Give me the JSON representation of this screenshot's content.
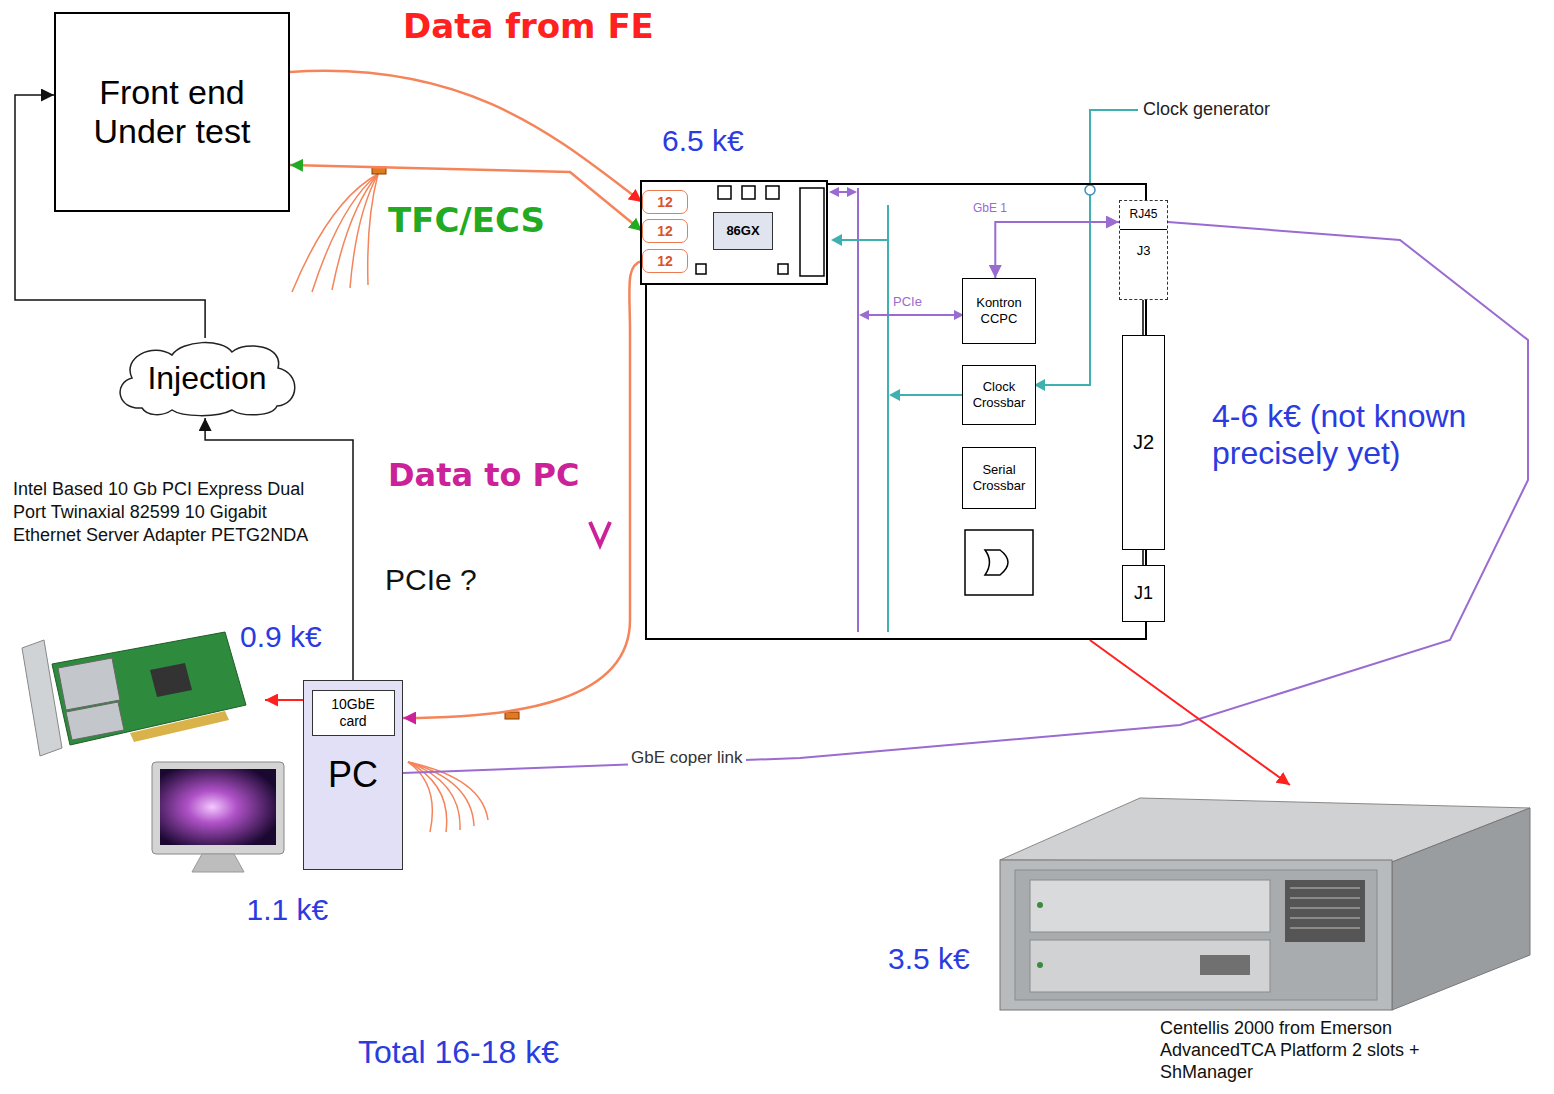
{
  "diagram": {
    "nodes": [
      {
        "text": [
          "Front end Under test"
        ]
      },
      {
        "text": [
          "Injection"
        ]
      },
      {
        "text": [
          "6.5 k€"
        ]
      },
      {
        "text": [
          "12"
        ],
        "in": 2
      },
      {
        "text": [
          "12"
        ],
        "in": 2
      },
      {
        "text": [
          "12"
        ],
        "in": 2
      },
      {
        "text": [
          "86GX"
        ],
        "in": 2
      },
      {
        "text": [
          "4-6 k€ (not known precisely yet)"
        ]
      },
      {
        "text": [
          "Kontron CCPC"
        ],
        "in": 7
      },
      {
        "text": [
          "Clock Crossbar"
        ],
        "in": 7
      },
      {
        "text": [
          "Serial Crossbar"
        ],
        "in": 7
      },
      {
        "text": [
          "RJ45",
          "J3"
        ],
        "in": 7
      },
      {
        "text": [
          "J2"
        ],
        "in": 7
      },
      {
        "text": [
          "J1"
        ],
        "in": 7
      },
      {
        "text": [
          "PC",
          "1.1 k€"
        ]
      },
      {
        "text": [
          "10GbE card"
        ],
        "in": 14
      },
      {
        "text": [
          "0.9 k€",
          "Intel Based 10 Gb PCI Express Dual Port Twinaxial 82599 10 Gigabit Ethernet Server Adapter PETG2NDA"
        ]
      },
      {
        "text": [
          "3.5 k€",
          "Centellis 2000 from Emerson AdvancedTCA Platform 2 slots + ShManager"
        ]
      }
    ],
    "edges": [
      {
        "from": 0,
        "to": 3,
        "label": "Data from FE",
        "arrow": "to"
      },
      {
        "from": 0,
        "to": 4,
        "label": "TFC/ECS",
        "arrow": "both"
      },
      {
        "from": 5,
        "to": 14,
        "label": "Data to PC",
        "arrow": "to"
      },
      {
        "from": 14,
        "to": 1,
        "arrow": "to"
      },
      {
        "from": 1,
        "to": 0,
        "arrow": "to"
      },
      {
        "from": 14,
        "to": 11,
        "label": "GbE coper link",
        "arrow": "none"
      },
      {
        "from": 8,
        "to": 11,
        "label": "GbE 1",
        "arrow": "both"
      },
      {
        "from": 7,
        "to": 17,
        "arrow": "to"
      },
      {
        "from": 14,
        "to": 16,
        "arrow": "to"
      }
    ],
    "labels": [
      "PCIe ?",
      "PCIe",
      "Clock generator",
      "Total 16-18 k€"
    ]
  }
}
